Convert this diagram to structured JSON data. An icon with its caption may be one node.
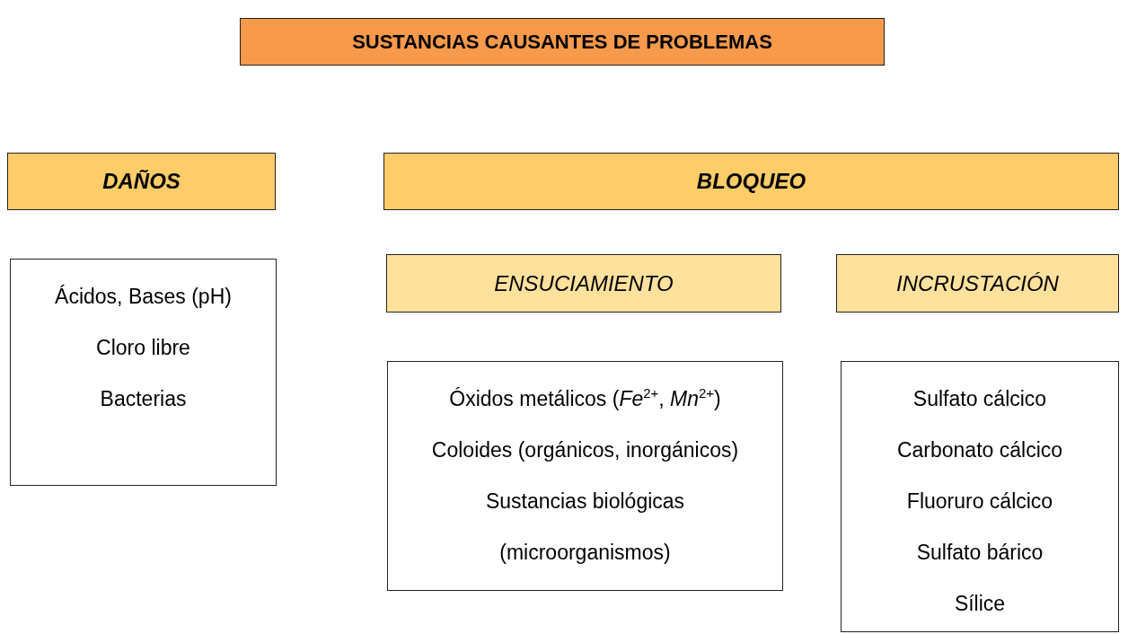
{
  "diagram": {
    "nodes": [
      {
        "text": [
          "SUSTANCIAS CAUSANTES DE PROBLEMAS"
        ]
      },
      {
        "text": [
          "DAÑOS"
        ]
      },
      {
        "text": [
          "BLOQUEO"
        ]
      },
      {
        "text": [
          "Ácidos, Bases (pH)",
          "Cloro libre",
          "Bacterias"
        ]
      },
      {
        "text": [
          "ENSUCIAMIENTO"
        ]
      },
      {
        "text": [
          "INCRUSTACIÓN"
        ]
      },
      {
        "text": [
          "Óxidos metálicos (*Fe*$^{2+}$, *Mn*$^{2+}$)",
          "Coloides (orgánicos, inorgánicos)",
          "Sustancias biológicas (microorganismos)"
        ]
      },
      {
        "text": [
          "Sulfato cálcico",
          "Carbonato cálcico",
          "Fluoruro cálcico",
          "Sulfato bárico",
          "Sílice"
        ]
      }
    ]
  }
}
